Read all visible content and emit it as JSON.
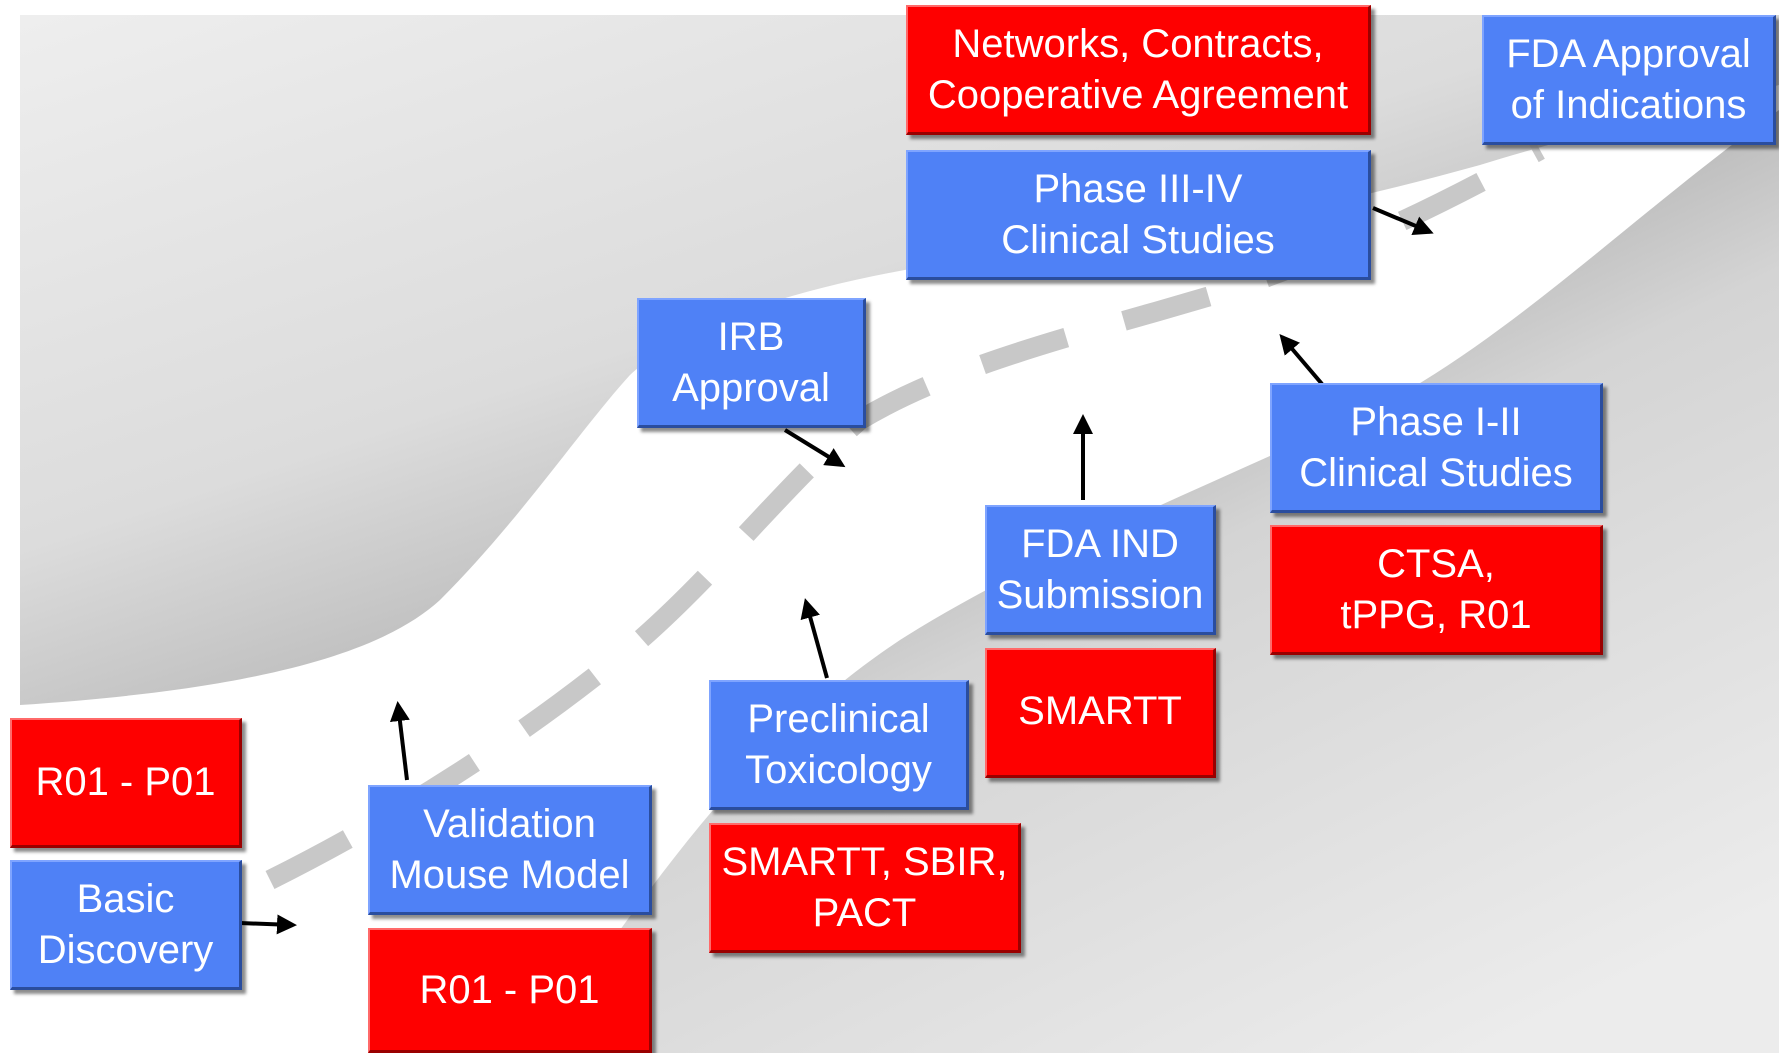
{
  "colors": {
    "funding_box": "#fe0000",
    "milestone_box": "#4f81f6",
    "road": "#ffffff",
    "road_dashes": "#c8c8c8",
    "hillside": "#d9d9d9",
    "arrows": "#000000"
  },
  "milestones": {
    "basic_discovery": "Basic\nDiscovery",
    "validation_mouse_model": "Validation\nMouse Model",
    "preclinical_toxicology": "Preclinical\nToxicology",
    "irb_approval": "IRB\nApproval",
    "fda_ind_submission": "FDA IND\nSubmission",
    "phase_1_2": "Phase I-II\nClinical Studies",
    "phase_3_4": "Phase III-IV\nClinical Studies",
    "fda_approval": "FDA Approval\nof Indications"
  },
  "funding": {
    "basic_discovery": "R01 - P01",
    "validation_mouse_model": "R01 - P01",
    "preclinical_toxicology": "SMARTT, SBIR,\nPACT",
    "fda_ind_submission": "SMARTT",
    "phase_1_2": "CTSA,\ntPPG, R01",
    "phase_3_4": "Networks, Contracts,\nCooperative Agreement"
  }
}
